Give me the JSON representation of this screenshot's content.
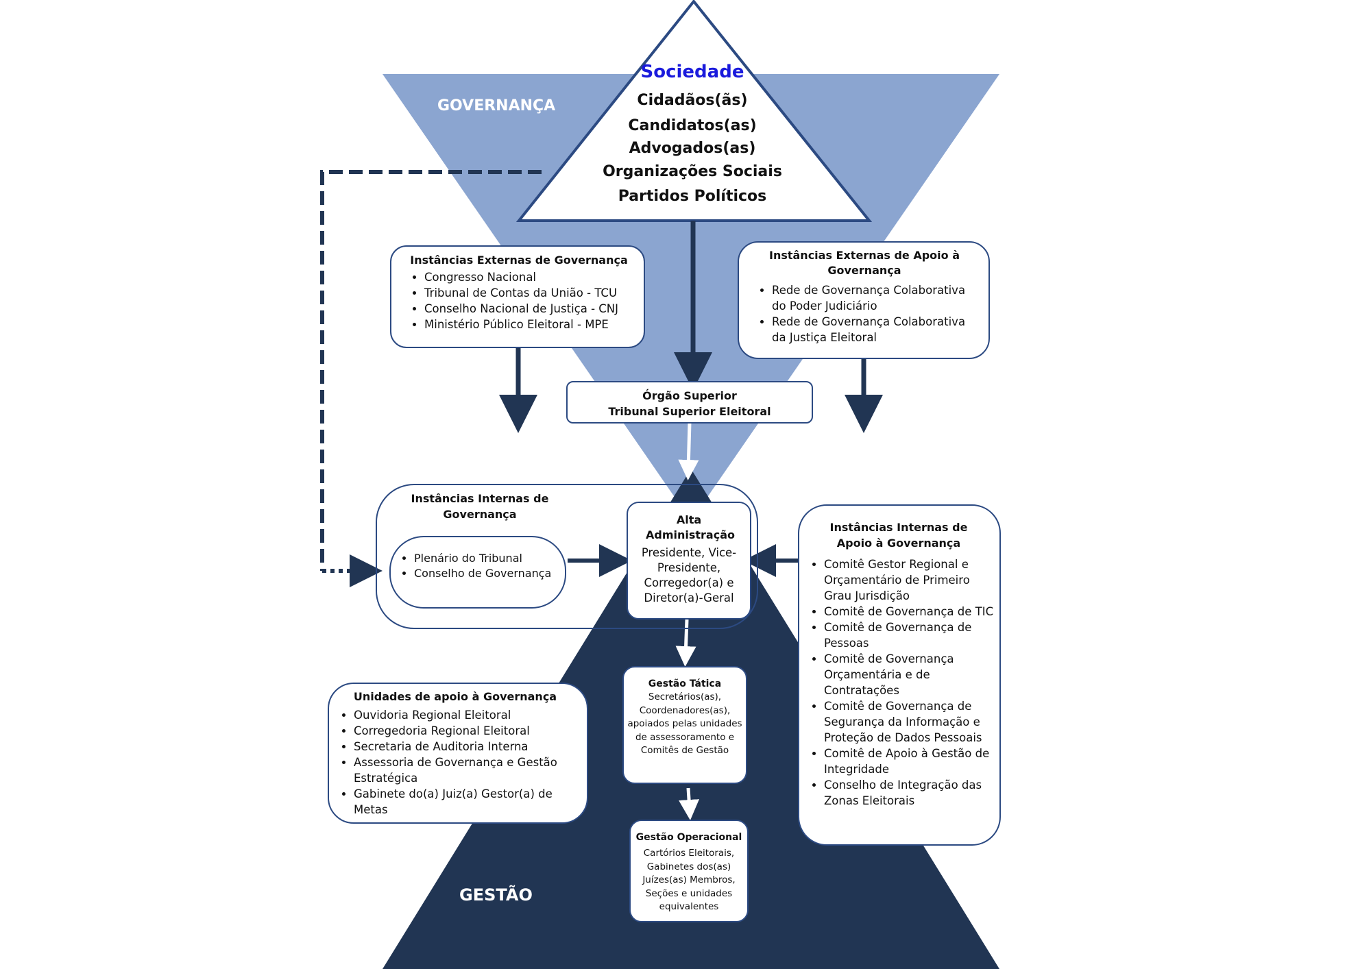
{
  "labels": {
    "governanca": "GOVERNANÇA",
    "gestao": "GESTÃO"
  },
  "sociedade": {
    "title": "Sociedade",
    "items": [
      "Cidadãos(ãs)",
      "Candidatos(as)",
      "Advogados(as)",
      "Organizações Sociais",
      "Partidos Políticos"
    ]
  },
  "externas_governanca": {
    "title": "Instâncias Externas de Governança",
    "items": [
      "Congresso Nacional",
      "Tribunal de Contas da União - TCU",
      "Conselho Nacional de Justiça - CNJ",
      "Ministério Público Eleitoral - MPE"
    ]
  },
  "externas_apoio": {
    "title": "Instâncias Externas de Apoio à Governança",
    "items": [
      "Rede de Governança Colaborativa do Poder Judiciário",
      "Rede de Governança Colaborativa da Justiça Eleitoral"
    ]
  },
  "orgao_superior": {
    "line1": "Órgão Superior",
    "line2": "Tribunal Superior Eleitoral"
  },
  "internas_governanca": {
    "title": "Instâncias Internas de Governança",
    "items": [
      "Plenário do Tribunal",
      "Conselho de Governança"
    ]
  },
  "alta_administracao": {
    "title": "Alta Administração",
    "text": "Presidente, Vice-Presidente, Corregedor(a) e Diretor(a)-Geral"
  },
  "internas_apoio": {
    "title": "Instâncias Internas de Apoio à Governança",
    "items": [
      "Comitê Gestor Regional e Orçamentário de Primeiro Grau Jurisdição",
      "Comitê de Governança de TIC",
      "Comitê de Governança de Pessoas",
      "Comitê de Governança Orçamentária e de Contratações",
      "Comitê de Governança de Segurança da Informação e Proteção de Dados Pessoais",
      "Comitê de Apoio à Gestão de Integridade",
      "Conselho de Integração das Zonas Eleitorais"
    ]
  },
  "unidades_apoio": {
    "title": "Unidades de apoio à Governança",
    "items": [
      "Ouvidoria Regional Eleitoral",
      "Corregedoria Regional Eleitoral",
      "Secretaria de Auditoria Interna",
      "Assessoria de Governança e Gestão Estratégica",
      "Gabinete do(a) Juiz(a) Gestor(a) de Metas"
    ]
  },
  "gestao_tatica": {
    "title": "Gestão Tática",
    "text": "Secretários(as), Coordenadores(as), apoiados pelas unidades de assessoramento e Comitês de Gestão"
  },
  "gestao_operacional": {
    "title": "Gestão Operacional",
    "text": "Cartórios Eleitorais, Gabinetes dos(as) Juízes(as) Membros, Seções e unidades equivalentes"
  },
  "colors": {
    "governanca_fill": "#8ba5d0",
    "gestao_fill": "#213553",
    "border": "#2c4a82",
    "arrow": "#213553",
    "title_blue": "#1a1adc"
  }
}
